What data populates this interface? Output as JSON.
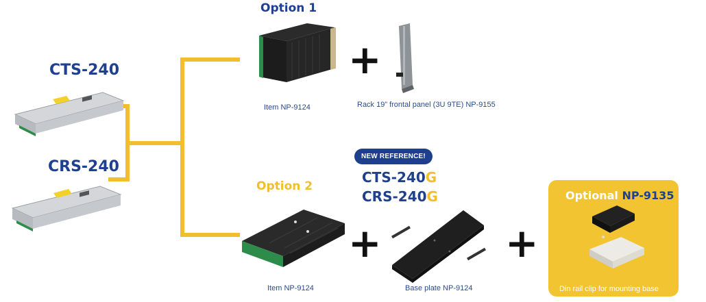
{
  "left": {
    "product1": "CTS-240",
    "product2": "CRS-240"
  },
  "option1": {
    "title": "Option 1",
    "item_caption": "Item NP-9124",
    "rack_caption": "Rack 19” frontal panel (3U 9TE) NP-9155"
  },
  "option2": {
    "title": "Option 2",
    "badge": "NEW REFERENCE!",
    "new1_base": "CTS-240",
    "new1_suffix": "G",
    "new2_base": "CRS-240",
    "new2_suffix": "G",
    "item_caption": "Item NP-9124",
    "base_caption": "Base plate NP-9124"
  },
  "optional": {
    "label": "Optional",
    "ref": "NP-9135",
    "caption": "Din rail clip for mounting base"
  },
  "plus_symbol": "+",
  "colors": {
    "navy": "#1f3f8f",
    "gold": "#f2c431",
    "connector": "#f0be2e"
  }
}
